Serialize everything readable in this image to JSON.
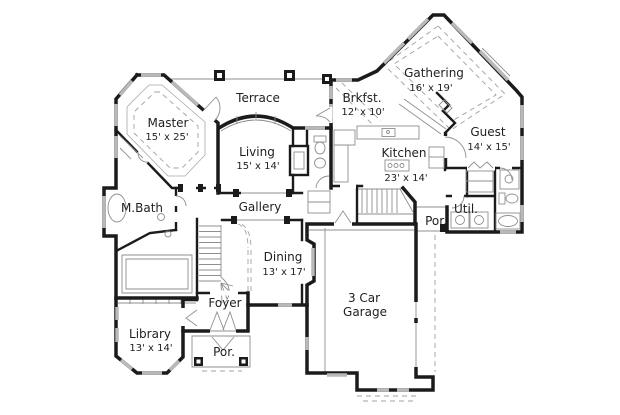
{
  "plan": {
    "type": "first-floor-house-plan",
    "rooms": [
      {
        "id": "terrace",
        "line1": "Terrace",
        "line2": ""
      },
      {
        "id": "master",
        "line1": "Master",
        "line2": "15' x 25'"
      },
      {
        "id": "living",
        "line1": "Living",
        "line2": "15' x 14'"
      },
      {
        "id": "breakfast",
        "line1": "Brkfst.",
        "line2": "12' x 10'"
      },
      {
        "id": "gathering",
        "line1": "Gathering",
        "line2": "16' x 19'"
      },
      {
        "id": "guest",
        "line1": "Guest",
        "line2": "14' x 15'"
      },
      {
        "id": "kitchen",
        "line1": "Kitchen",
        "line2": "23' x 14'"
      },
      {
        "id": "master-bath",
        "line1": "M.Bath",
        "line2": ""
      },
      {
        "id": "gallery",
        "line1": "Gallery",
        "line2": ""
      },
      {
        "id": "utility",
        "line1": "Util.",
        "line2": ""
      },
      {
        "id": "porch-side",
        "line1": "Por.",
        "line2": ""
      },
      {
        "id": "dining",
        "line1": "Dining",
        "line2": "13' x 17'"
      },
      {
        "id": "foyer",
        "line1": "Foyer",
        "line2": ""
      },
      {
        "id": "library",
        "line1": "Library",
        "line2": "13' x 14'"
      },
      {
        "id": "porch-front",
        "line1": "Por.",
        "line2": ""
      },
      {
        "id": "garage",
        "line1": "3 Car",
        "line2": "Garage"
      }
    ],
    "colors": {
      "background": "#ffffff",
      "walls": "#1b1b1b",
      "windows": "#b9b9b9",
      "details": "#8f8f8f",
      "text": "#1f1f1f"
    }
  }
}
